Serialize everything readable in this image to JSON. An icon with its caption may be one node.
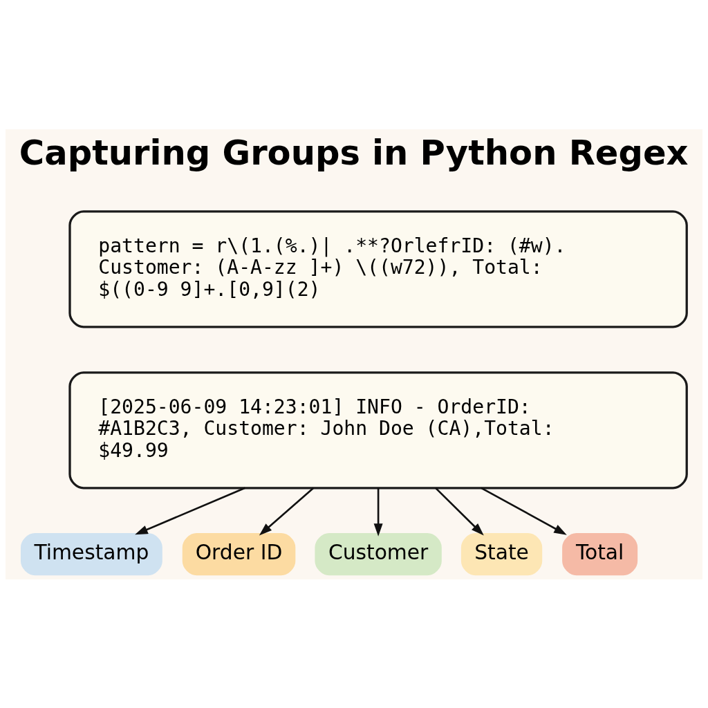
{
  "diagram": {
    "title": "Capturing Groups in Python Regex",
    "nodes": [
      {
        "text": [
          "pattern = r\\(1.(%.)| .**?OrlefrID: (#w). Customer: (A-A-zz ]+) \\((w72)), Total: $((0-9 9]+.[0,9](2)"
        ]
      },
      {
        "text": [
          "[2025-06-09 14:23:01] INFO - OrderID: #A1B2C3, Customer: John Doe (CA),Total: $49.99"
        ]
      },
      {
        "text": [
          "Timestamp"
        ]
      },
      {
        "text": [
          "Order ID"
        ]
      },
      {
        "text": [
          "Customer"
        ]
      },
      {
        "text": [
          "State"
        ]
      },
      {
        "text": [
          "Total"
        ]
      }
    ],
    "edges": [
      {
        "from": 1,
        "to": 2,
        "arrow": "to"
      },
      {
        "from": 1,
        "to": 3,
        "arrow": "to"
      },
      {
        "from": 1,
        "to": 4,
        "arrow": "to"
      },
      {
        "from": 1,
        "to": 5,
        "arrow": "to"
      },
      {
        "from": 1,
        "to": 6,
        "arrow": "to"
      }
    ]
  }
}
